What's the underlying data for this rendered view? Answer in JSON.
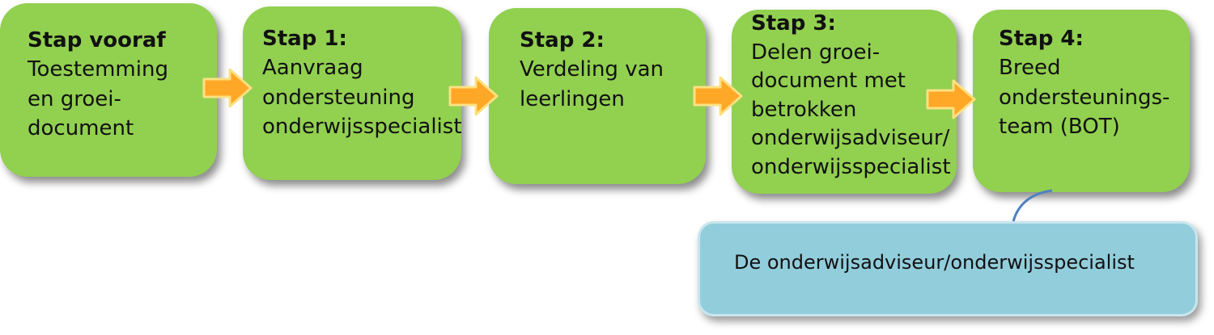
{
  "steps": [
    {
      "title": "Stap vooraf",
      "lines": [
        "Toestemming",
        "en groei-",
        "document"
      ]
    },
    {
      "title": "Stap 1:",
      "lines": [
        "Aanvraag",
        "ondersteuning",
        "onderwijsspecialist"
      ]
    },
    {
      "title": "Stap 2:",
      "lines": [
        "Verdeling van",
        "leerlingen"
      ]
    },
    {
      "title": "Stap 3:",
      "lines": [
        "Delen groei-",
        "document met",
        "betrokken",
        "onderwijsadviseur/",
        "onderwijsspecialist"
      ]
    },
    {
      "title": "Stap 4:",
      "lines": [
        "Breed",
        "ondersteunings-",
        "team (BOT)"
      ]
    }
  ],
  "note": {
    "text": "De onderwijsadviseur/onderwijsspecialist"
  },
  "colors": {
    "step_fill": "#92d050",
    "arrow_fill": "#ffa726",
    "arrow_border": "#ffe082",
    "note_fill": "#92cddc",
    "connector": "#4f81bd"
  }
}
